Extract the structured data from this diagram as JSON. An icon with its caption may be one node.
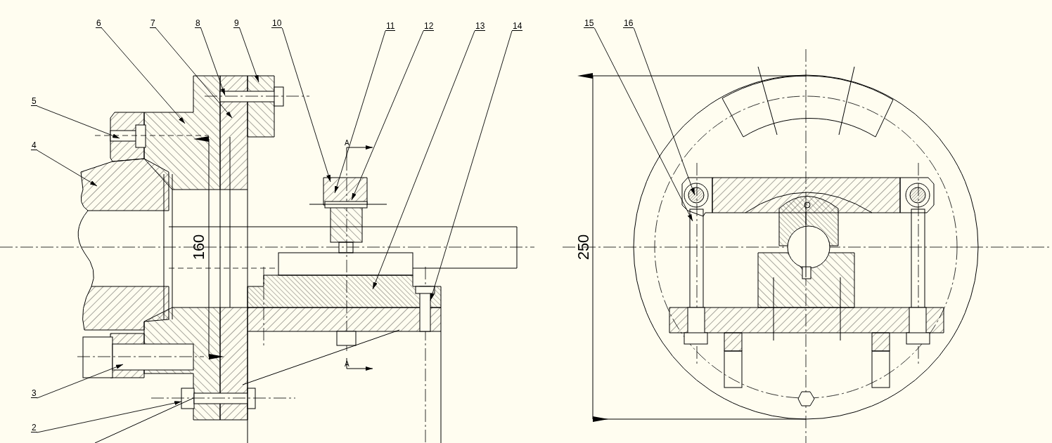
{
  "diagram": {
    "nodes": [
      {
        "text": [
          "6"
        ]
      },
      {
        "text": [
          "7"
        ]
      },
      {
        "text": [
          "8"
        ]
      },
      {
        "text": [
          "9"
        ]
      },
      {
        "text": [
          "10"
        ]
      },
      {
        "text": [
          "11"
        ]
      },
      {
        "text": [
          "12"
        ]
      },
      {
        "text": [
          "13"
        ]
      },
      {
        "text": [
          "14"
        ]
      },
      {
        "text": [
          "15"
        ]
      },
      {
        "text": [
          "16"
        ]
      },
      {
        "text": [
          "5"
        ]
      },
      {
        "text": [
          "4"
        ]
      },
      {
        "text": [
          "3"
        ]
      },
      {
        "text": [
          "2"
        ]
      }
    ],
    "edges": [
      {
        "from": 0,
        "to": null,
        "arrow": "to"
      },
      {
        "from": 1,
        "to": null,
        "arrow": "to"
      },
      {
        "from": 2,
        "to": null,
        "arrow": "to"
      },
      {
        "from": 3,
        "to": null,
        "arrow": "to"
      },
      {
        "from": 4,
        "to": null,
        "arrow": "to"
      },
      {
        "from": 5,
        "to": null,
        "arrow": "to"
      },
      {
        "from": 6,
        "to": null,
        "arrow": "to"
      },
      {
        "from": 7,
        "to": null,
        "arrow": "to"
      },
      {
        "from": 8,
        "to": null,
        "arrow": "to"
      },
      {
        "from": 9,
        "to": null,
        "arrow": "to"
      },
      {
        "from": 10,
        "to": null,
        "arrow": "to"
      },
      {
        "from": 11,
        "to": null,
        "arrow": "to"
      },
      {
        "from": 12,
        "to": null,
        "arrow": "to"
      },
      {
        "from": 13,
        "to": null,
        "arrow": "to"
      },
      {
        "from": 14,
        "to": null,
        "arrow": "to"
      }
    ],
    "labels": [
      "A",
      "160",
      "250",
      "A"
    ]
  }
}
